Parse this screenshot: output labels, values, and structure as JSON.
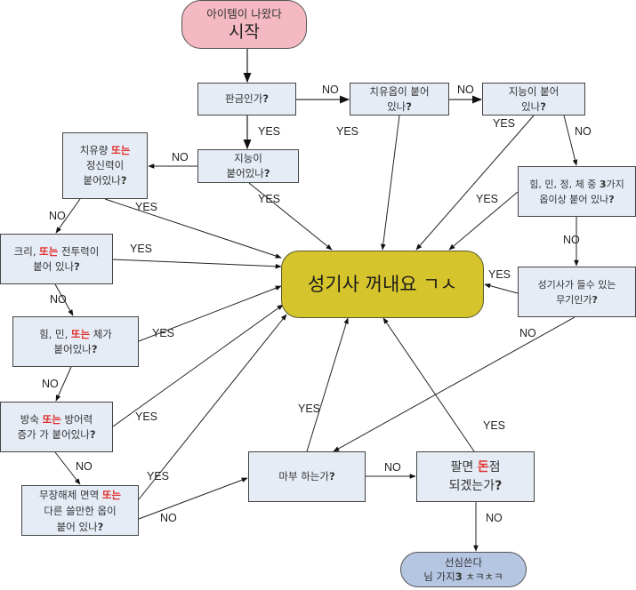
{
  "nodes": {
    "start": {
      "line1": "아이템이 나왔다",
      "line2": "시작"
    },
    "panggeum": {
      "text": "판금인가",
      "q": "?"
    },
    "chiyu_op": {
      "line1": "치유옵이 붙어",
      "line2": "있나",
      "q": "?"
    },
    "jineung1": {
      "line1": "지능이 붙어",
      "line2": "있나",
      "q": "?"
    },
    "chiyuryang": {
      "pre": "치유량 ",
      "or": "또는",
      "line2": "정신력이",
      "line3": "붙어있나",
      "q": "?"
    },
    "jineung2": {
      "line1": "지능이",
      "line2": "붙어있나",
      "q": "?"
    },
    "stat3": {
      "line1": "힘, 민, 정, 체 중 ",
      "num": "3",
      "line1b": "가지",
      "line2": "옵이상 붙어 있나",
      "q": "?"
    },
    "center": {
      "text": "성기사 꺼내요 ㄱㅅ"
    },
    "kri": {
      "pre": "크리, ",
      "or": "또는",
      "post": " 전투력이",
      "line2": "붙어 있나",
      "q": "?"
    },
    "weapon": {
      "line1": "성기사가 들수 있는",
      "line2": "무기인가",
      "q": "?"
    },
    "him_min_che": {
      "pre": "힘, 민, ",
      "or": "또는",
      "post": " 체가",
      "line2": "붙어있나",
      "q": "?"
    },
    "bangsuk": {
      "pre": "방숙 ",
      "or": "또는",
      "post": " 방어력",
      "line2": "증가 가 붙어있나",
      "q": "?"
    },
    "mujang": {
      "pre": "무장해제 면역 ",
      "or": "또는",
      "line2": "다른 쓸만한 옵이",
      "line3": "붙어 있나",
      "q": "?"
    },
    "mabu": {
      "text": "마부 하는가",
      "q": "?"
    },
    "palmyeon": {
      "pre": "팔면 ",
      "red": "돈",
      "post": "점",
      "line2": "되겠는가",
      "q": "?"
    },
    "end": {
      "line1": "선심쓴다",
      "line2": "님 가지",
      "num": "3",
      "tail": " ㅊㅋㅊㅋ"
    }
  },
  "labels": {
    "yes": "YES",
    "no": "NO"
  },
  "colors": {
    "start_fill": "#f4b9c3",
    "box_fill": "#e6ecf6",
    "center_fill": "#d6c42c",
    "end_fill": "#b4c6e2",
    "or_text": "#e0302d"
  }
}
